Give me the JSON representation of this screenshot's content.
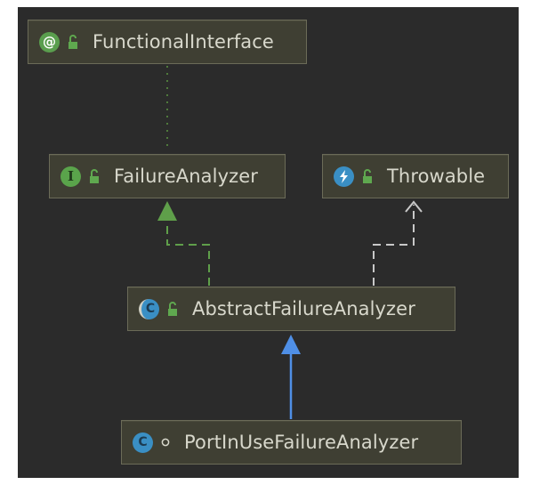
{
  "diagram": {
    "nodes": {
      "functional_interface": {
        "name": "FunctionalInterface",
        "kind": "annotation",
        "kind_glyph": "@",
        "visibility": "public"
      },
      "failure_analyzer": {
        "name": "FailureAnalyzer",
        "kind": "interface",
        "kind_glyph": "I",
        "visibility": "public"
      },
      "throwable": {
        "name": "Throwable",
        "kind": "class",
        "kind_glyph": "lambda-icon",
        "visibility": "public"
      },
      "abstract_failure_analyzer": {
        "name": "AbstractFailureAnalyzer",
        "kind": "abstract-class",
        "kind_glyph": "C",
        "visibility": "public"
      },
      "port_in_use_failure_analyzer": {
        "name": "PortInUseFailureAnalyzer",
        "kind": "class",
        "kind_glyph": "C",
        "visibility": "package-private"
      }
    },
    "edges": [
      {
        "from": "failure_analyzer",
        "to": "functional_interface",
        "type": "annotated-by",
        "style": "dotted",
        "color": "#4f7a3c"
      },
      {
        "from": "abstract_failure_analyzer",
        "to": "failure_analyzer",
        "type": "implements",
        "style": "dashed",
        "color": "#5f9f4a"
      },
      {
        "from": "abstract_failure_analyzer",
        "to": "throwable",
        "type": "dependency",
        "style": "dashed",
        "color": "#c8c8c8"
      },
      {
        "from": "port_in_use_failure_analyzer",
        "to": "abstract_failure_analyzer",
        "type": "extends",
        "style": "solid",
        "color": "#4f8fe6"
      }
    ]
  },
  "colors": {
    "background": "#2b2b2b",
    "node_fill": "#3f3f33",
    "node_border": "#6b6b58",
    "node_text": "#d8d8cc",
    "annotation_badge": "#5a9e4e",
    "interface_badge": "#5aa44b",
    "class_badge": "#3a8fc4"
  }
}
